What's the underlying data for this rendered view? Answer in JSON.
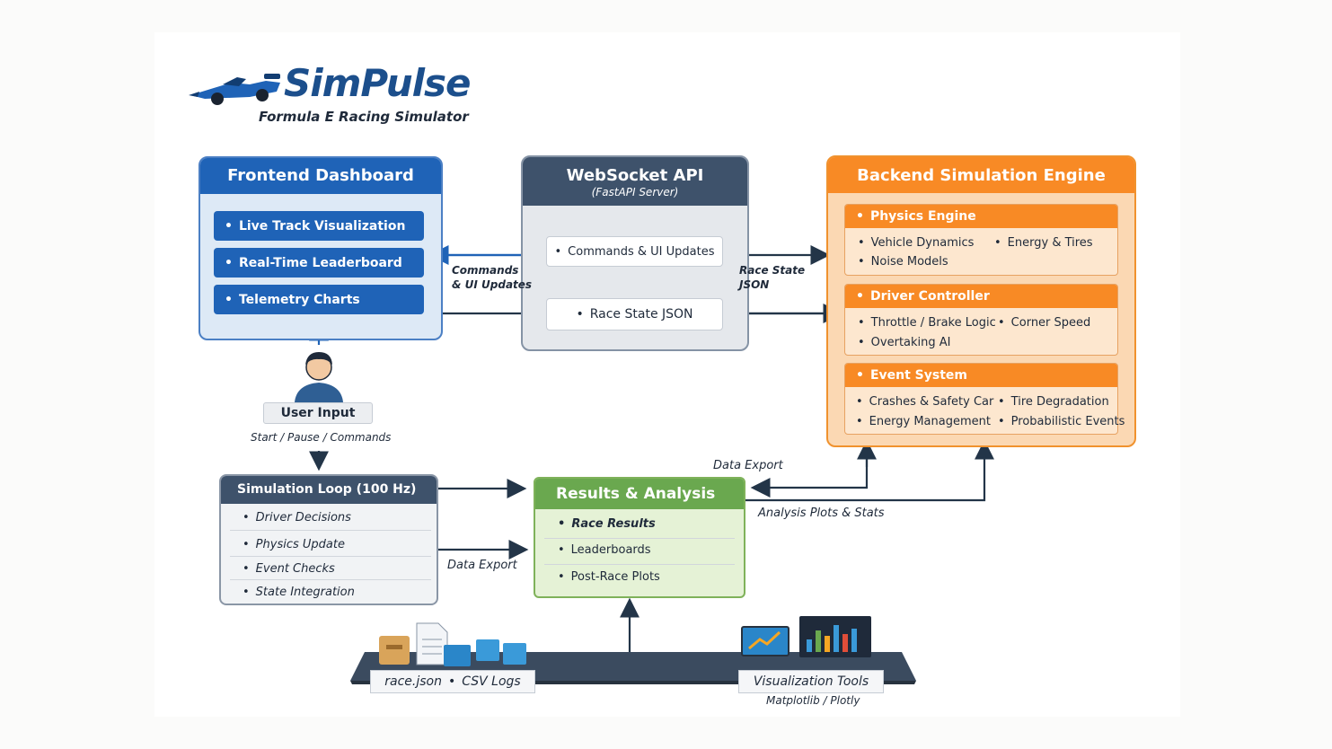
{
  "logo": {
    "title": "SimPulse",
    "subtitle": "Formula E Racing Simulator"
  },
  "colors": {
    "blue": "#1f63b7",
    "slate": "#3e526b",
    "orange": "#f88a25",
    "green": "#6aa84f",
    "arrow": "#233548"
  },
  "frontend": {
    "title": "Frontend Dashboard",
    "items": [
      "Live Track Visualization",
      "Real-Time Leaderboard",
      "Telemetry Charts"
    ]
  },
  "websocket": {
    "title": "WebSocket API",
    "subtitle": "(FastAPI Server)",
    "items": [
      "Commands & UI Updates",
      "Race State JSON"
    ]
  },
  "backend": {
    "title": "Backend Simulation Engine",
    "physics": {
      "title": "Physics Engine",
      "items": [
        "Vehicle Dynamics",
        "Energy & Tires",
        "Noise Models"
      ]
    },
    "driver": {
      "title": "Driver Controller",
      "items": [
        "Throttle / Brake Logic",
        "Corner Speed",
        "Overtaking AI"
      ]
    },
    "events": {
      "title": "Event System",
      "items": [
        "Crashes & Safety Car",
        "Tire Degradation",
        "Energy Management",
        "Probabilistic Events"
      ]
    }
  },
  "user": {
    "label": "User Input",
    "caption": "Start / Pause / Commands"
  },
  "loop": {
    "title": "Simulation Loop (100 Hz)",
    "items": [
      "Driver Decisions",
      "Physics Update",
      "Event Checks",
      "State Integration"
    ]
  },
  "results": {
    "title": "Results & Analysis",
    "items": [
      "Race Results",
      "Leaderboards",
      "Post-Race Plots"
    ]
  },
  "labels": {
    "commands_updates": "Commands\n& UI Updates",
    "race_state": "Race State\nJSON",
    "data_export_top": "Data Export",
    "analysis_plots": "Analysis Plots & Stats",
    "data_export_left": "Data Export"
  },
  "storage": {
    "file1": "race.json",
    "file2": "CSV Logs"
  },
  "viz": {
    "label": "Visualization Tools",
    "caption": "Matplotlib / Plotly"
  }
}
